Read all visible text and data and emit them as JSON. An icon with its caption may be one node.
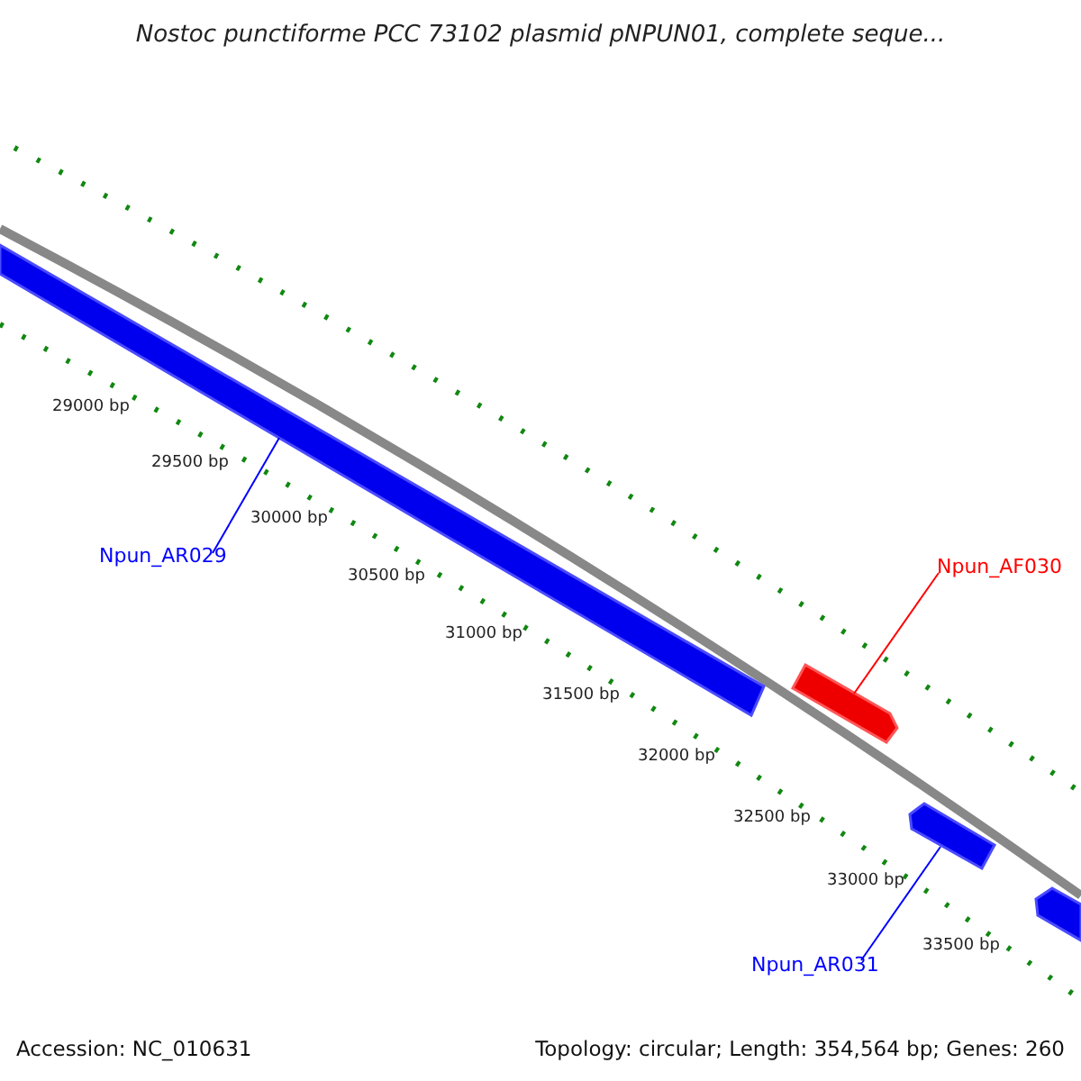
{
  "diagram": {
    "title": "Nostoc punctiforme PCC 73102 plasmid pNPUN01, complete seque...",
    "nodes": [
      {
        "text": [
          "Npun_AR029"
        ]
      },
      {
        "text": [],
        "shape": "bar"
      },
      {
        "text": [
          "Npun_AF030"
        ]
      },
      {
        "text": [],
        "shape": "bar"
      },
      {
        "text": [
          "Npun_AR031"
        ]
      },
      {
        "text": [],
        "shape": "bar"
      },
      {
        "text": [],
        "shape": "bar"
      }
    ],
    "edges": [
      {
        "from": 0,
        "to": 1,
        "arrow": "none"
      },
      {
        "from": 2,
        "to": 3,
        "arrow": "none",
        "color": "#ff0000"
      },
      {
        "from": 4,
        "to": 5,
        "arrow": "none"
      }
    ],
    "labels": [
      "29000 bp",
      "29500 bp",
      "30000 bp",
      "30500 bp",
      "31000 bp",
      "31500 bp",
      "32000 bp",
      "32500 bp",
      "33000 bp",
      "33500 bp",
      "Accession: NC_010631",
      "Topology: circular; Length: 354,564 bp; Genes: 260"
    ]
  }
}
